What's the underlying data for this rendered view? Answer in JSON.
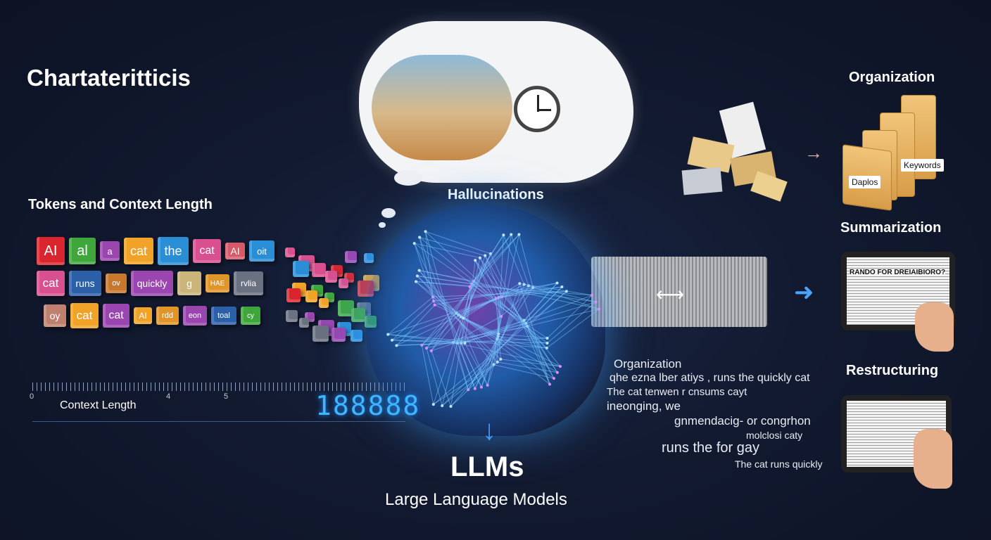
{
  "title": "Chartateritticis",
  "sections": {
    "tokens": "Tokens and Context Length",
    "hallucinations": "Hallucinations",
    "organization": "Organization",
    "summarization": "Summarization",
    "restructuring": "Restructuring"
  },
  "tokens": [
    {
      "label": "AI",
      "color": "#d9262e"
    },
    {
      "label": "al",
      "color": "#3fa63c"
    },
    {
      "label": "a",
      "color": "#9b45b0"
    },
    {
      "label": "cat",
      "color": "#f0a326"
    },
    {
      "label": "the",
      "color": "#2a8ed6"
    },
    {
      "label": "cat",
      "color": "#d8508f"
    },
    {
      "label": "AI",
      "color": "#d85a6a"
    },
    {
      "label": "oit",
      "color": "#2a8ed6"
    },
    {
      "label": "cat",
      "color": "#d8508f"
    },
    {
      "label": "runs",
      "color": "#2b5fa8"
    },
    {
      "label": "ov",
      "color": "#c8782c"
    },
    {
      "label": "quickly",
      "color": "#9b45b0"
    },
    {
      "label": "g",
      "color": "#c9b47a"
    },
    {
      "label": "HAE",
      "color": "#e0952a"
    },
    {
      "label": "rvlia",
      "color": "#6a7180"
    },
    {
      "label": "oy",
      "color": "#c08070"
    },
    {
      "label": "cat",
      "color": "#f0a326"
    },
    {
      "label": "cat",
      "color": "#9b45b0"
    },
    {
      "label": "AI",
      "color": "#f0a326"
    },
    {
      "label": "rdd",
      "color": "#e0952a"
    },
    {
      "label": "eon",
      "color": "#9b45b0"
    },
    {
      "label": "toal",
      "color": "#2b5fa8"
    },
    {
      "label": "cy",
      "color": "#3fa63c"
    }
  ],
  "ruler": {
    "ticks": [
      "0",
      "4",
      "5"
    ],
    "label": "Context Length",
    "counter": "188888"
  },
  "brain": {
    "title": "LLMs",
    "subtitle": "Large Language Models"
  },
  "folders": {
    "front": "Daplos",
    "back": "Keywords"
  },
  "summary_heading": "RANDO FOR DREIAIBIORO?",
  "scattered_text": [
    "Organization",
    "qhe ezna lber atiys , runs the quickly cat",
    "The cat tenwen r cnsums cayt",
    "ineonging, we",
    "gnmendacig- or congrhon",
    "molclosi caty",
    "runs the for gay",
    "The cat runs quickly"
  ],
  "colors": {
    "accent": "#3fb6ff",
    "background": "#121a30"
  }
}
